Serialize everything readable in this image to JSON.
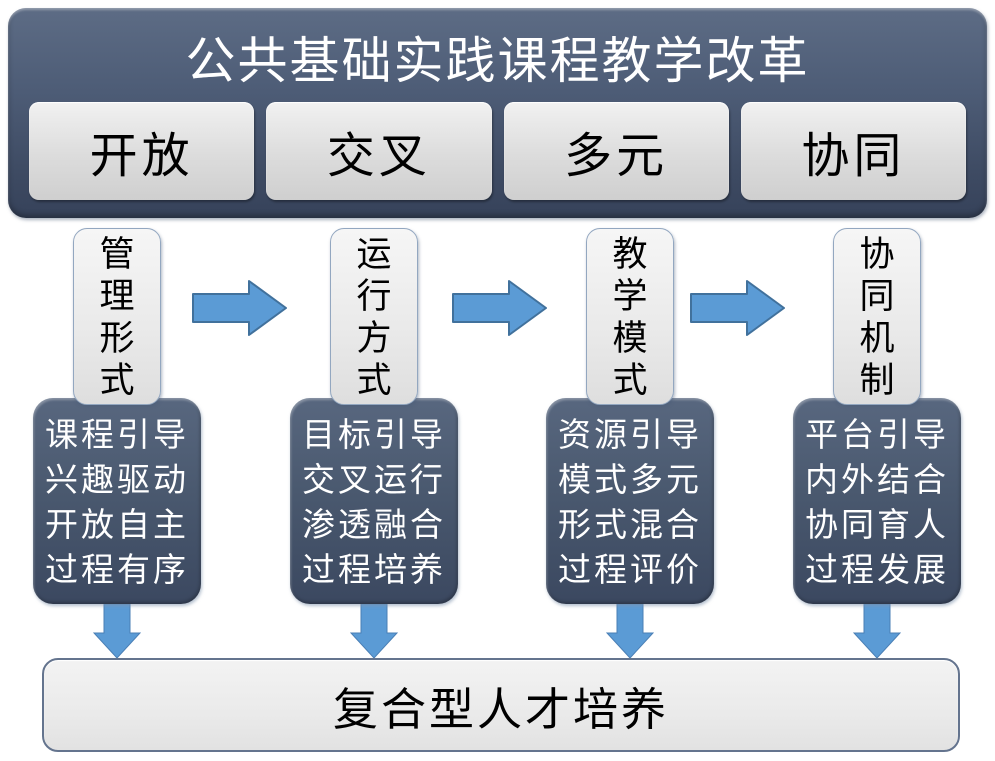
{
  "header": {
    "title": "公共基础实践课程教学改革",
    "keywords": [
      "开放",
      "交叉",
      "多元",
      "协同"
    ]
  },
  "columns": [
    {
      "label": "管理形式",
      "items": [
        "课程引导",
        "兴趣驱动",
        "开放自主",
        "过程有序"
      ]
    },
    {
      "label": "运行方式",
      "items": [
        "目标引导",
        "交叉运行",
        "渗透融合",
        "过程培养"
      ]
    },
    {
      "label": "教学模式",
      "items": [
        "资源引导",
        "模式多元",
        "形式混合",
        "过程评价"
      ]
    },
    {
      "label": "协同机制",
      "items": [
        "平台引导",
        "内外结合",
        "协同育人",
        "过程发展"
      ]
    }
  ],
  "footer": {
    "label": "复合型人才培养"
  },
  "icons": {
    "flow": "arrow-right-icon",
    "output": "arrow-down-icon"
  },
  "colors": {
    "panel_dark_top": "#5d6c85",
    "panel_dark_bottom": "#36425a",
    "box_light": "#e3e3e3",
    "arrow_fill": "#5b9bd5",
    "arrow_stroke": "#41719c",
    "text_on_dark": "#ffffff",
    "text_on_light": "#000000"
  }
}
